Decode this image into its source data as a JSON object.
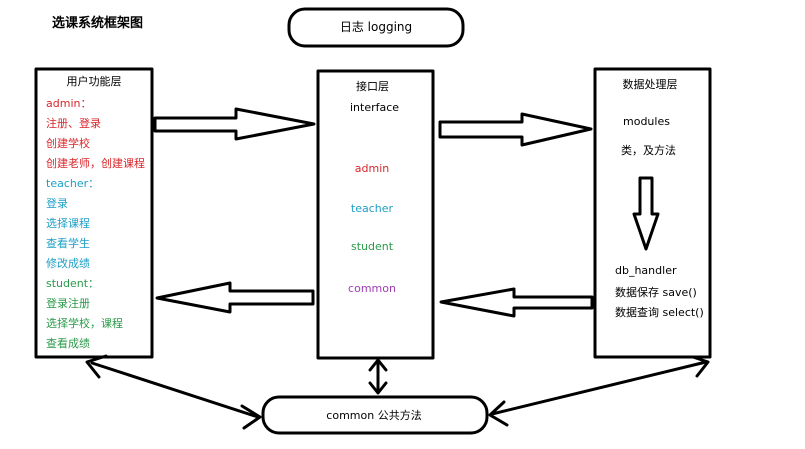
{
  "title": "选课系统框架图",
  "colors": {
    "admin": "#d9262a",
    "teacher": "#1f9fc6",
    "student": "#2a9a4a",
    "common": "#a03cb4",
    "stroke": "#000000"
  },
  "logging_box": {
    "label": "日志 logging"
  },
  "user_layer": {
    "title": "用户功能层",
    "groups": [
      {
        "role": "admin：",
        "items": [
          "注册、登录",
          "创建学校",
          "创建老师，创建课程"
        ]
      },
      {
        "role": "teacher：",
        "items": [
          "登录",
          "选择课程",
          "查看学生",
          "修改成绩"
        ]
      },
      {
        "role": "student：",
        "items": [
          "登录注册",
          "选择学校，课程",
          "查看成绩"
        ]
      }
    ]
  },
  "interface_layer": {
    "title": "接口层",
    "subtitle": "interface",
    "items": [
      "admin",
      "teacher",
      "student",
      "common"
    ]
  },
  "data_layer": {
    "title": "数据处理层",
    "modules": "modules",
    "modules_desc": "类，及方法",
    "db_handler": "db_handler",
    "save": "数据保存 save()",
    "select": "数据查询 select()"
  },
  "common_box": {
    "label": "common  公共方法"
  }
}
